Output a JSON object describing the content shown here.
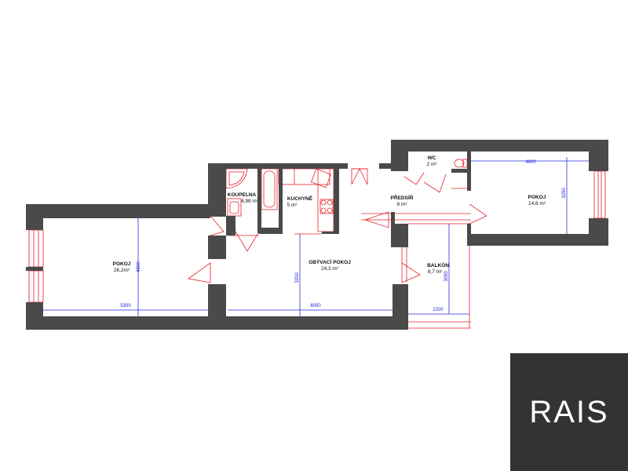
{
  "rooms": [
    {
      "id": "pokoj-1",
      "name": "POKOJ",
      "area": "26,2m²"
    },
    {
      "id": "koupelna",
      "name": "KOUPELNA",
      "area": "4,98 m²"
    },
    {
      "id": "kuchyne",
      "name": "KUCHYNĚ",
      "area": "5 m²"
    },
    {
      "id": "obyvaci",
      "name": "OBÝVACÍ POKOJ",
      "area": "24,3 m²"
    },
    {
      "id": "wc",
      "name": "WC",
      "area": "2 m²"
    },
    {
      "id": "predsin",
      "name": "PŘEDSÍŇ",
      "area": "8 m²"
    },
    {
      "id": "balkon",
      "name": "BALKÓN",
      "area": "8,7 m²"
    },
    {
      "id": "pokoj-2",
      "name": "POKOJ",
      "area": "14,6 m²"
    }
  ],
  "dimensions": {
    "pokoj1_width": "5300",
    "pokoj1_height": "4500",
    "obyvaci_width": "6050",
    "obyvaci_height": "3200",
    "balkon_width": "2200",
    "balkon_height": "3050",
    "pokoj2_width": "4600",
    "pokoj2_height": "3250"
  },
  "logo": {
    "text": "RAIS",
    "background": "#333333"
  },
  "colors": {
    "wall": "#4a4a4a",
    "fixtures": "#e8202a",
    "dimensions": "#2a2ae0"
  }
}
